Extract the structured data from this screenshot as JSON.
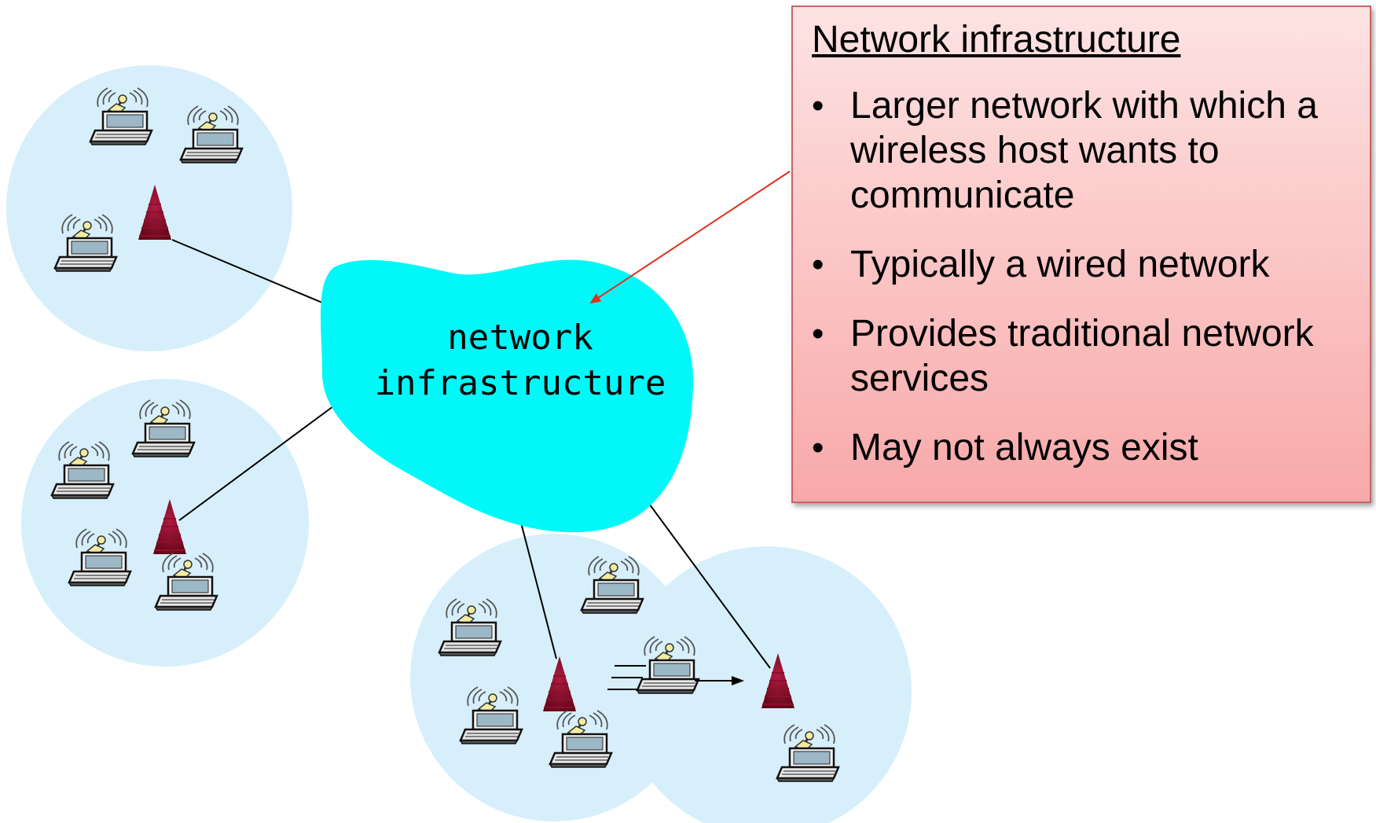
{
  "cloud": {
    "label_line1": "network",
    "label_line2": "infrastructure"
  },
  "callout": {
    "title": "Network infrastructure",
    "bullets": [
      "Larger network with which a wireless host wants to communicate",
      "Typically a wired network",
      "Provides traditional network services",
      "May not always exist"
    ]
  },
  "colors": {
    "cell": "#d6effb",
    "cloud": "#00f8f8",
    "base_station": "#7a0a1e",
    "arrow": "#e0301e",
    "callout_top": "#fde3e3",
    "callout_bottom": "#f8a9a9"
  },
  "icons": [
    "laptop-icon",
    "base-station-icon",
    "antenna-waves-icon"
  ]
}
